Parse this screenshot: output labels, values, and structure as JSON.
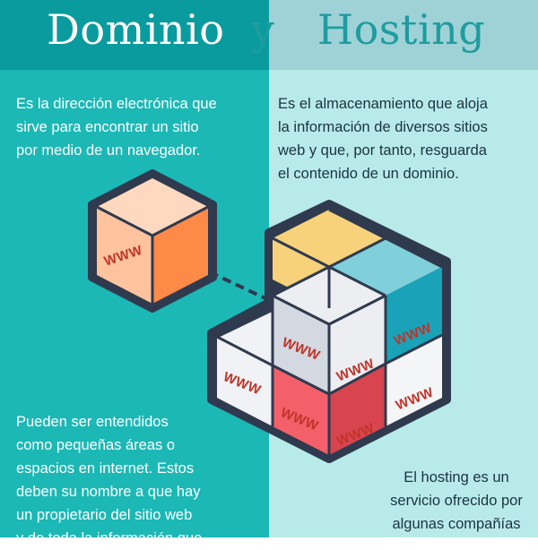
{
  "title": {
    "word1": "Dominio",
    "word2": "y",
    "word3": "Hosting"
  },
  "dominio": {
    "definition": "Es la dirección electrónica que\nsirve para encontrar un sitio\npor medio de un navegador.",
    "description": "Pueden ser entendidos\ncomo pequeñas áreas o\nespacios en internet. Estos\ndeben su nombre a que hay\nun propietario del sitio web\ny de toda la información que"
  },
  "hosting": {
    "definition": "Es el almacenamiento que aloja\nla información de diversos sitios\nweb y que, por tanto, resguarda\nel contenido de un dominio.",
    "description": "El hosting es un\nservicio ofrecido por\nalgunas compañías"
  },
  "cube_label": "WWW",
  "colors": {
    "left_bg": "#1bb8b5",
    "right_bg": "#b8eaea",
    "left_header": "#0a9b9e",
    "right_header": "#9ed2d6",
    "outline": "#37415a",
    "orange_front": "#ffc39e",
    "orange_side": "#ff8a47",
    "yellow": "#f7d27a",
    "teal_top": "#7fd0da",
    "teal_side": "#1aa2b8",
    "grey_front": "#d4d8e0",
    "white_front": "#f1f2f5",
    "red_front": "#f4606a",
    "red_side": "#d8454e"
  }
}
